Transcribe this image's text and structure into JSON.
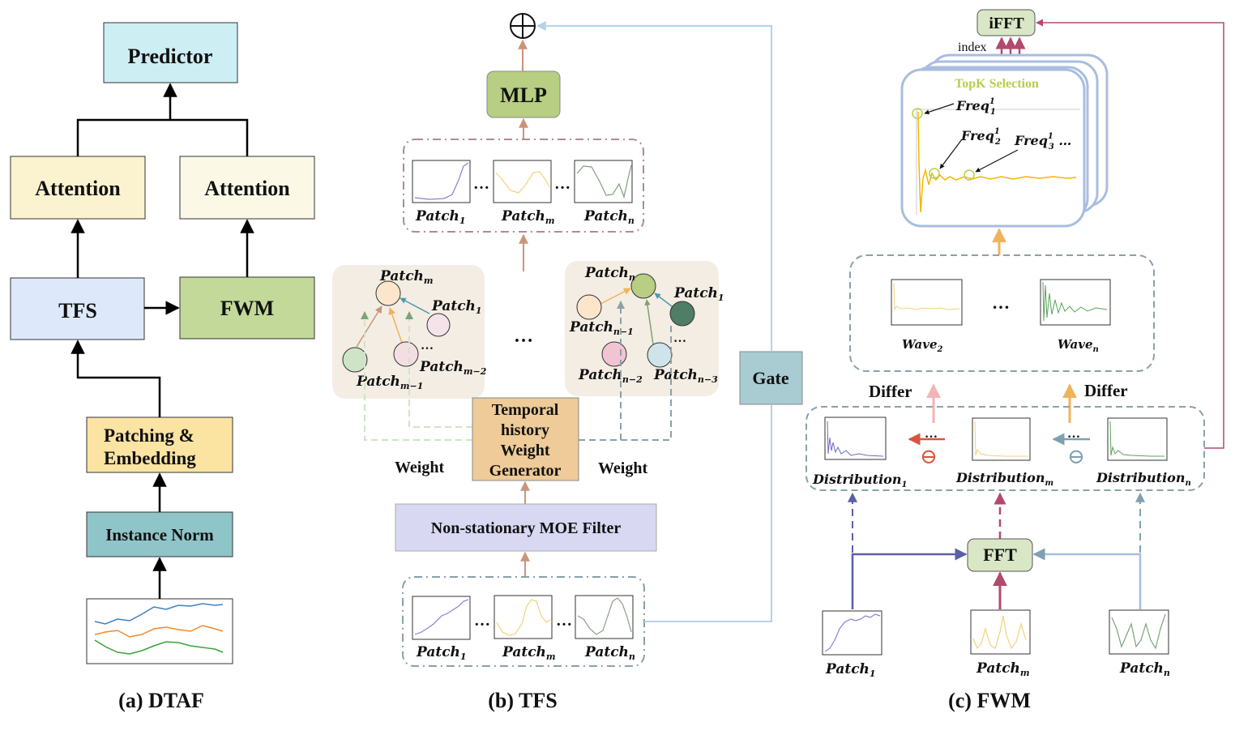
{
  "panel_a": {
    "caption": "(a) DTAF",
    "predictor": "Predictor",
    "attention_left": "Attention",
    "attention_right": "Attention",
    "tfs": "TFS",
    "fwm": "FWM",
    "patching_line1": "Patching &",
    "patching_line2": "Embedding",
    "instance_norm": "Instance Norm"
  },
  "panel_b": {
    "caption": "(b) TFS",
    "plus_symbol": "⊕",
    "mlp": "MLP",
    "top_patches": {
      "p1": "Patch",
      "p1_sub": "1",
      "pm": "Patch",
      "pm_sub": "m",
      "pn": "Patch",
      "pn_sub": "n"
    },
    "ellipsis": "…",
    "ellipsis_mid": "…",
    "left_graph": {
      "pm": "Patch",
      "pm_sub": "m",
      "p1": "Patch",
      "p1_sub": "1",
      "pm1": "Patch",
      "pm1_sub": "m−1",
      "pm2": "Patch",
      "pm2_sub": "m−2",
      "dots": "…"
    },
    "right_graph": {
      "pn": "Patch",
      "pn_sub": "n",
      "p1": "Patch",
      "p1_sub": "1",
      "pn1": "Patch",
      "pn1_sub": "n−1",
      "pn2": "Patch",
      "pn2_sub": "n−2",
      "pn3": "Patch",
      "pn3_sub": "n−3",
      "dots": "…"
    },
    "generator_line1": "Temporal",
    "generator_line2": "history",
    "generator_line3": "Weight",
    "generator_line4": "Generator",
    "weight_left": "Weight",
    "weight_right": "Weight",
    "moe_filter": "Non-stationary MOE Filter",
    "bottom_patches": {
      "p1": "Patch",
      "p1_sub": "1",
      "pm": "Patch",
      "pm_sub": "m",
      "pn": "Patch",
      "pn_sub": "n"
    },
    "gate": "Gate"
  },
  "panel_c": {
    "caption": "(c) FWM",
    "ifft": "iFFT",
    "index": "index",
    "topk": "TopK Selection",
    "freq1": "Freq",
    "freq1_sub": "1",
    "freq1_sup": "1",
    "freq2": "Freq",
    "freq2_sub": "2",
    "freq2_sup": "1",
    "freq3": "Freq",
    "freq3_sub": "3",
    "freq3_sup": "1",
    "freq3_tail": " …",
    "wave2": "Wave",
    "wave2_sub": "2",
    "waven": "Wave",
    "waven_sub": "n",
    "wave_dots": "…",
    "differ_left": "Differ",
    "differ_right": "Differ",
    "dist1": "Distribution",
    "dist1_sub": "1",
    "distm": "Distribution",
    "distm_sub": "m",
    "distn": "Distribution",
    "distn_sub": "n",
    "minus_symbol": "⊖",
    "dist_dots": "…",
    "fft": "FFT",
    "patch1": "Patch",
    "patch1_sub": "1",
    "patchm": "Patch",
    "patchm_sub": "m",
    "patchn": "Patch",
    "patchn_sub": "n"
  },
  "colors": {
    "predictor": "#cdeef3",
    "attention_left": "#fbf3cf",
    "attention_right": "#fbf9e6",
    "tfs": "#dde9fb",
    "fwm": "#c2d99a",
    "patching": "#fbe3a1",
    "instance_norm": "#8fc5c8",
    "mlp": "#b7ce83",
    "generator": "#eecb98",
    "moe": "#d8d8f2",
    "gate": "#a9ccd2",
    "fft": "#d9e7c6",
    "ifft": "#d9e7c6",
    "graph_bg": "#f4ede3"
  }
}
